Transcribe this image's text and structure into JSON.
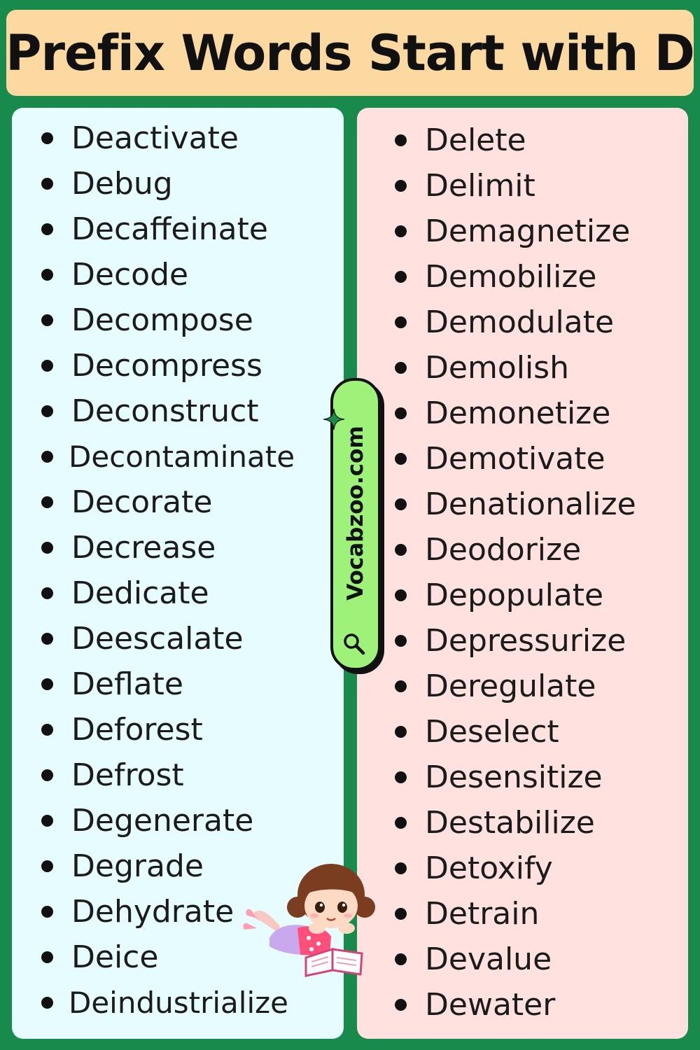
{
  "title": "Prefix Words Start with D",
  "badge": {
    "text": "Vocabzoo.com"
  },
  "colors": {
    "background": "#178a4c",
    "title_box": "#fdd9a2",
    "left_panel": "#e7fcff",
    "right_panel": "#ffe1df",
    "badge": "#9ef27a"
  },
  "left_column": {
    "words": [
      "Deactivate",
      "Debug",
      "Decaffeinate",
      "Decode",
      "Decompose",
      "Decompress",
      "Deconstruct",
      "Decontaminate",
      "Decorate",
      "Decrease",
      "Dedicate",
      "Deescalate",
      "Deflate",
      "Deforest",
      "Defrost",
      "Degenerate",
      "Degrade",
      "Dehydrate",
      "Deice",
      "Deindustrialize"
    ]
  },
  "right_column": {
    "words": [
      "Delete",
      "Delimit",
      "Demagnetize",
      "Demobilize",
      "Demodulate",
      "Demolish",
      "Demonetize",
      "Demotivate",
      "Denationalize",
      "Deodorize",
      "Depopulate",
      "Depressurize",
      "Deregulate",
      "Deselect",
      "Desensitize",
      "Destabilize",
      "Detoxify",
      "Detrain",
      "Devalue",
      "Dewater"
    ]
  },
  "icons": {
    "badge_search": "search-icon",
    "badge_sparkle": "sparkle-icon",
    "illustration": "girl-reading-illustration"
  }
}
